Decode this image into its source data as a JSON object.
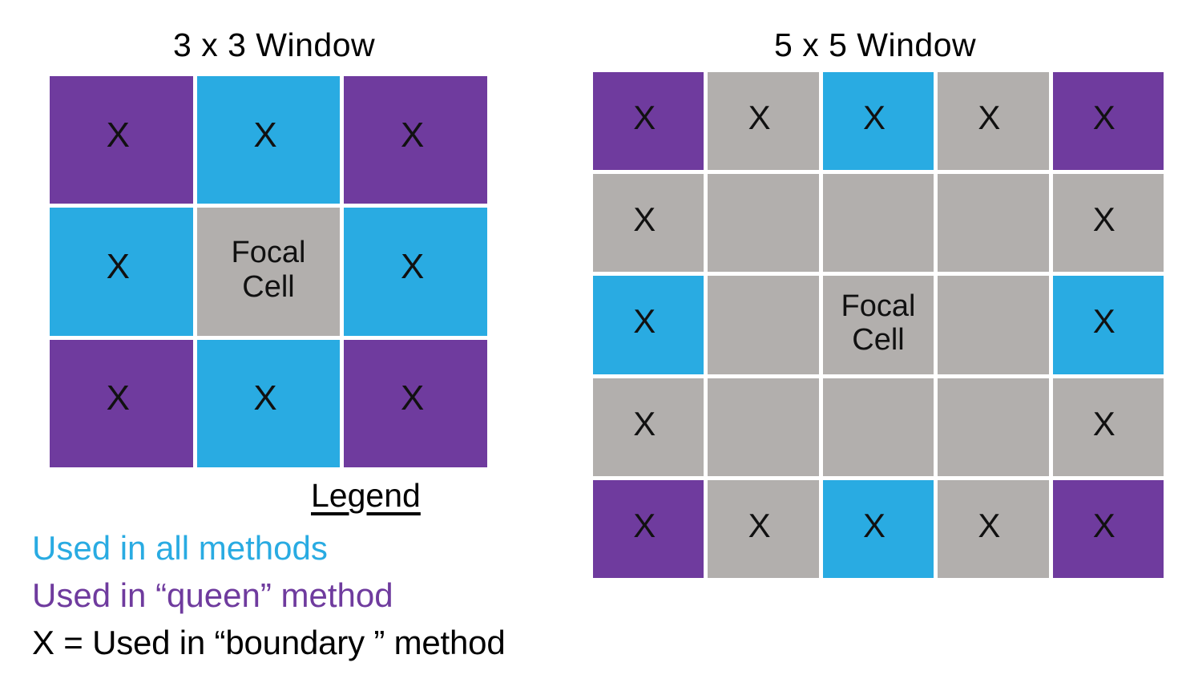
{
  "figure": {
    "colors": {
      "blue": "#29abe2",
      "purple": "#6f3b9e",
      "gray": "#b2afad",
      "text": "#000000",
      "background": "#ffffff"
    },
    "mark": "X",
    "focal_label_line1": "Focal",
    "focal_label_line2": "Cell"
  },
  "panels": [
    {
      "id": "window-3x3",
      "title": "3 x 3 Window",
      "rows": 3,
      "cols": 3,
      "cells": [
        [
          {
            "color": "purple",
            "mark": "X",
            "focal": false
          },
          {
            "color": "blue",
            "mark": "X",
            "focal": false
          },
          {
            "color": "purple",
            "mark": "X",
            "focal": false
          }
        ],
        [
          {
            "color": "blue",
            "mark": "X",
            "focal": false
          },
          {
            "color": "gray",
            "mark": "",
            "focal": true
          },
          {
            "color": "blue",
            "mark": "X",
            "focal": false
          }
        ],
        [
          {
            "color": "purple",
            "mark": "X",
            "focal": false
          },
          {
            "color": "blue",
            "mark": "X",
            "focal": false
          },
          {
            "color": "purple",
            "mark": "X",
            "focal": false
          }
        ]
      ]
    },
    {
      "id": "window-5x5",
      "title": "5 x 5 Window",
      "rows": 5,
      "cols": 5,
      "cells": [
        [
          {
            "color": "purple",
            "mark": "X",
            "focal": false
          },
          {
            "color": "gray",
            "mark": "X",
            "focal": false
          },
          {
            "color": "blue",
            "mark": "X",
            "focal": false
          },
          {
            "color": "gray",
            "mark": "X",
            "focal": false
          },
          {
            "color": "purple",
            "mark": "X",
            "focal": false
          }
        ],
        [
          {
            "color": "gray",
            "mark": "X",
            "focal": false
          },
          {
            "color": "gray",
            "mark": "",
            "focal": false
          },
          {
            "color": "gray",
            "mark": "",
            "focal": false
          },
          {
            "color": "gray",
            "mark": "",
            "focal": false
          },
          {
            "color": "gray",
            "mark": "X",
            "focal": false
          }
        ],
        [
          {
            "color": "blue",
            "mark": "X",
            "focal": false
          },
          {
            "color": "gray",
            "mark": "",
            "focal": false
          },
          {
            "color": "gray",
            "mark": "",
            "focal": true
          },
          {
            "color": "gray",
            "mark": "",
            "focal": false
          },
          {
            "color": "blue",
            "mark": "X",
            "focal": false
          }
        ],
        [
          {
            "color": "gray",
            "mark": "X",
            "focal": false
          },
          {
            "color": "gray",
            "mark": "",
            "focal": false
          },
          {
            "color": "gray",
            "mark": "",
            "focal": false
          },
          {
            "color": "gray",
            "mark": "",
            "focal": false
          },
          {
            "color": "gray",
            "mark": "X",
            "focal": false
          }
        ],
        [
          {
            "color": "purple",
            "mark": "X",
            "focal": false
          },
          {
            "color": "gray",
            "mark": "X",
            "focal": false
          },
          {
            "color": "blue",
            "mark": "X",
            "focal": false
          },
          {
            "color": "gray",
            "mark": "X",
            "focal": false
          },
          {
            "color": "purple",
            "mark": "X",
            "focal": false
          }
        ]
      ]
    }
  ],
  "legend": {
    "title": "Legend",
    "entries": [
      {
        "key": "all",
        "text": "Used in all methods",
        "color": "#29abe2"
      },
      {
        "key": "queen",
        "text": "Used in “queen” method",
        "color": "#6f3b9e"
      },
      {
        "key": "boundary",
        "text": "X = Used in “boundary ” method",
        "color": "#000000"
      }
    ]
  }
}
